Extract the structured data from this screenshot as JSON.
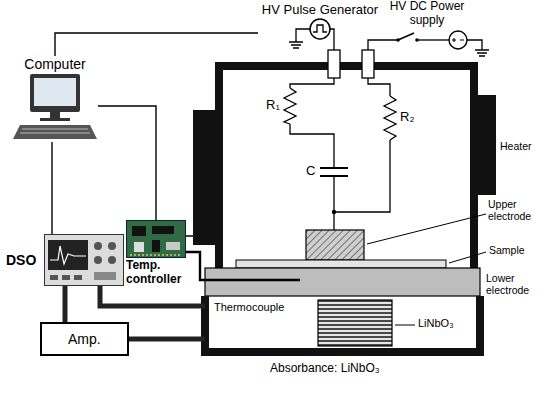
{
  "diagram": {
    "nodes": [
      {
        "text": [
          "HV Pulse Generator"
        ]
      },
      {
        "text": [
          "Computer"
        ]
      },
      {
        "text": [
          "DSO"
        ]
      },
      {
        "text": [
          "Temp. controller"
        ]
      },
      {
        "text": [
          "Amp."
        ]
      }
    ],
    "edges": [
      {
        "from": 1,
        "to": 0,
        "arrow": "none"
      },
      {
        "from": 1,
        "to": 2,
        "arrow": "none"
      },
      {
        "from": 1,
        "to": 3,
        "arrow": "none"
      },
      {
        "from": 2,
        "to": 4,
        "arrow": "none"
      }
    ],
    "labels": [
      "HV DC Power supply",
      "Heater",
      "R₁",
      "C",
      "R₂",
      "Upper electrode",
      "Sample",
      "Thermocouple",
      "Lower electrode",
      "LiNbO₃",
      "Absorbance: LiNbO₃"
    ]
  }
}
